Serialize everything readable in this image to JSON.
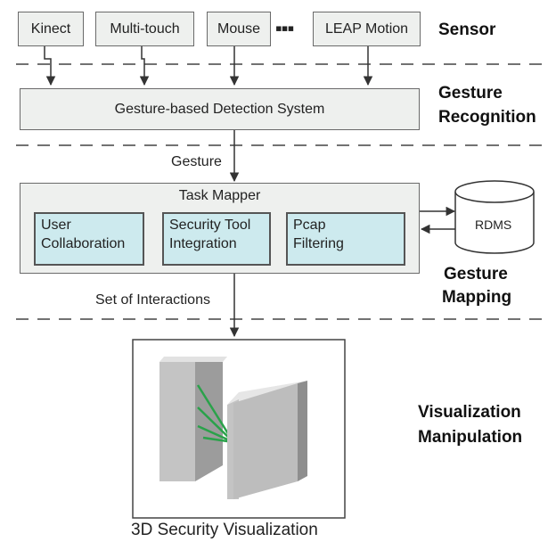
{
  "sensors": [
    "Kinect",
    "Multi-touch",
    "Mouse",
    "LEAP Motion"
  ],
  "ellipsis": "▪▪▪",
  "stages": {
    "sensor": "Sensor",
    "recognition_1": "Gesture",
    "recognition_2": "Recognition",
    "mapping_1": "Gesture",
    "mapping_2": "Mapping",
    "visualization_1": "Visualization",
    "visualization_2": "Manipulation"
  },
  "detection_system": "Gesture-based Detection System",
  "gesture_label": "Gesture",
  "task_mapper": {
    "title": "Task Mapper",
    "modules": [
      {
        "line1": "User",
        "line2": "Collaboration"
      },
      {
        "line1": "Security Tool",
        "line2": "Integration"
      },
      {
        "line1": "Pcap",
        "line2": "Filtering"
      }
    ]
  },
  "database": "RDMS",
  "interactions_label": "Set of Interactions",
  "visualization_caption": "3D Security Visualization"
}
